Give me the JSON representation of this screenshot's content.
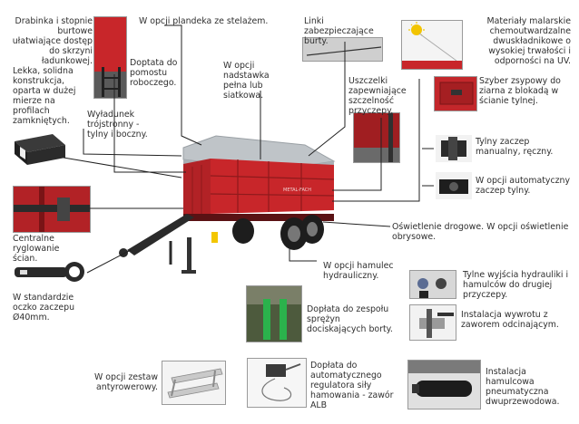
{
  "callouts": {
    "drabinka": "Drabinka i stopnie burtowe ułatwiające dostęp do skrzyni ładunkowej.",
    "plandeka": "W opcji plandeka ze stelażem.",
    "linki": "Linki zabezpieczające burty.",
    "materialy": "Materiały malarskie chemoutwardzalne dwuskładnikowe o wysokiej trwałości i odporności na UV.",
    "pomost": "Doptata do pomostu roboczego.",
    "lekka": "Lekka, solidna konstrukcja, oparta w dużej mierze na profilach zamkniętych.",
    "nadstawka": "W opcji nadstawka pełna lub siatkowa.",
    "uszczelki": "Uszczelki zapewniające szczelność przyczepy.",
    "szyber": "Szyber zsypowy do ziarna z blokadą w ścianie tylnej.",
    "wyladunek": "Wyładunek trójstronny - tylny i boczny.",
    "tylny_reczny": "Tylny zaczep manualny, ręczny.",
    "tylny_auto": "W opcji automatyczny zaczep tylny.",
    "centralne": "Centralne ryglowanie ścian.",
    "oswietlenie": "Oświetlenie drogowe. W opcji oświetlenie obrysowe.",
    "oczko": "W standardzie oczko zaczepu Ø40mm.",
    "hamulec": "W opcji hamulec hydrauliczny.",
    "tylne_wyjscia": "Tylne wyjścia hydrauliki i hamulców do drugiej przyczepy.",
    "sprezyny": "Dopłata do zespołu sprężyn dociskających borty.",
    "wywrot": "Instalacja wywrotu z zaworem odcinającym.",
    "antyrowerowy": "W opcji zestaw antyrowerowy.",
    "regulator": "Dopłata do automatycznego regulatora siły hamowania - zawór ALB",
    "pneumatyczna": "Instalacja hamulcowa pneumatyczna dwuprzewodowa."
  },
  "truck": {
    "brand_text": "METAL-FACH"
  },
  "colors": {
    "body_red": "#c8262a",
    "dark_red": "#8e1a1c",
    "leader": "#222222",
    "tarp": "#bfc4c8"
  }
}
